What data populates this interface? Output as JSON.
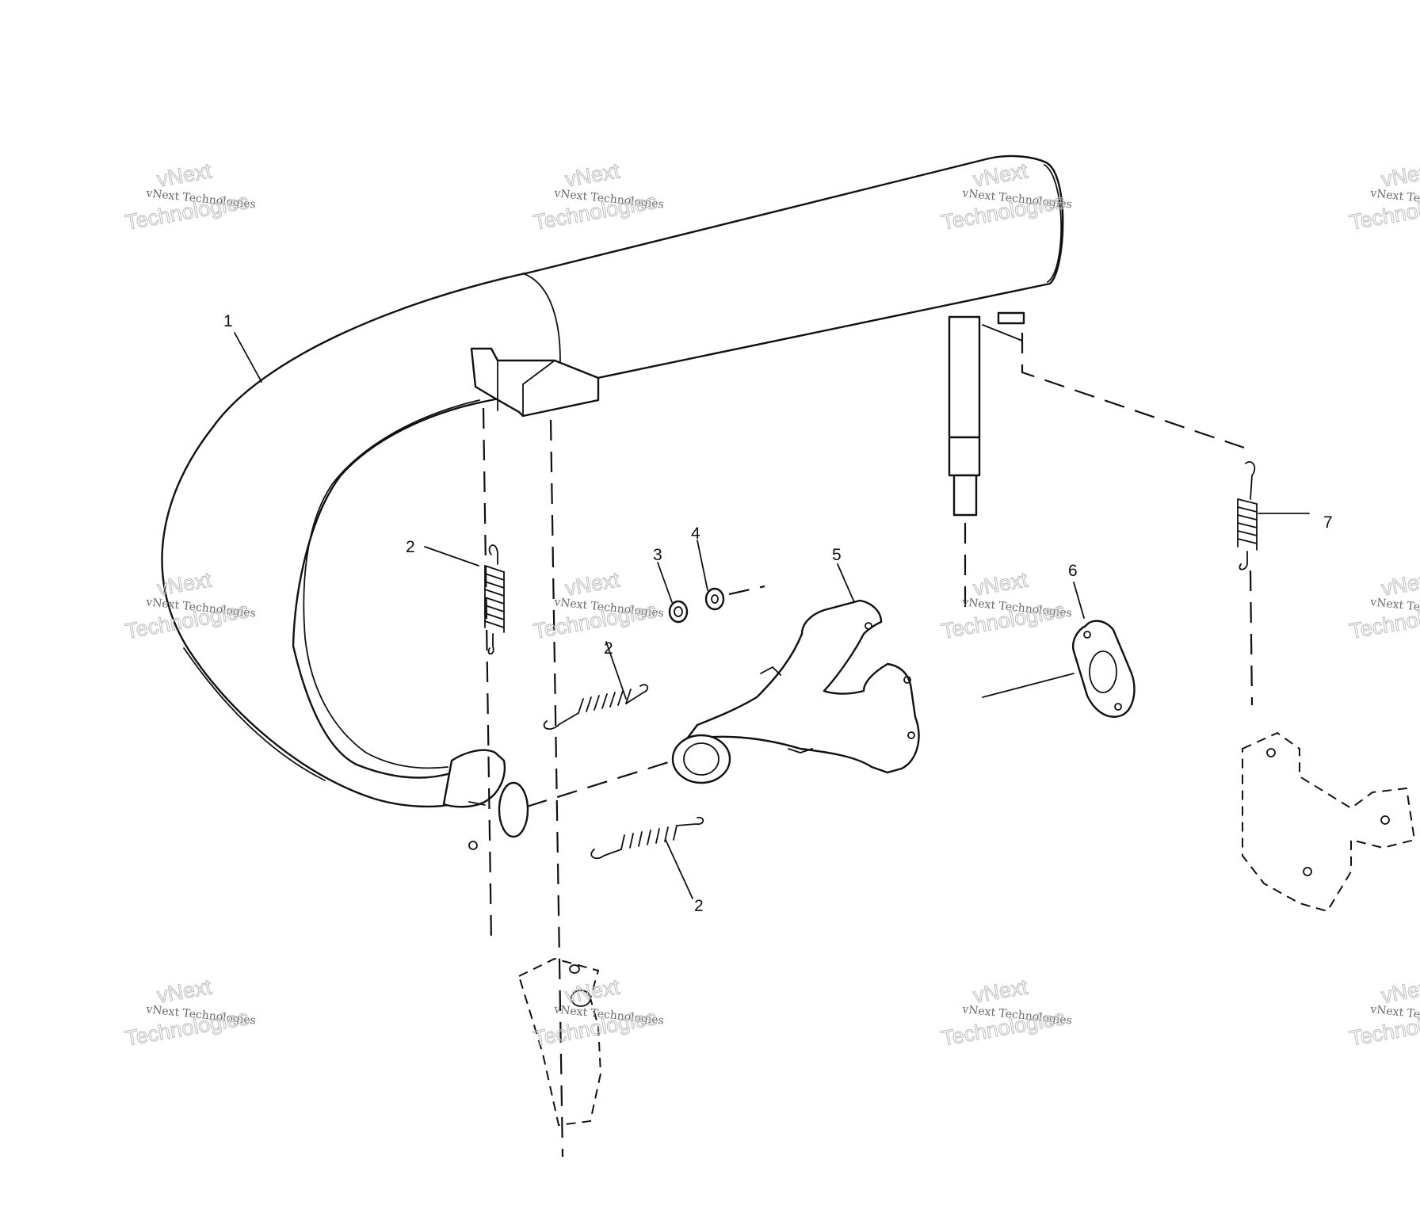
{
  "callouts": {
    "c1": "1",
    "c2a": "2",
    "c2b": "2",
    "c2c": "2",
    "c3": "3",
    "c4": "4",
    "c5": "5",
    "c6": "6",
    "c7": "7"
  },
  "watermark": {
    "company": "vNext Technologies",
    "line1": "vNext",
    "line2": "Technologies"
  }
}
